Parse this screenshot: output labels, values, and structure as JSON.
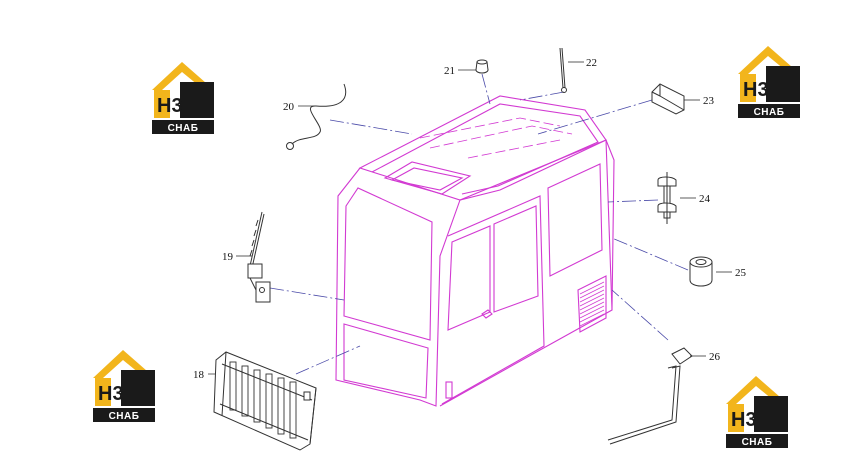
{
  "diagram": {
    "callouts": [
      "18",
      "19",
      "20",
      "21",
      "22",
      "23",
      "24",
      "25",
      "26"
    ]
  },
  "logo": {
    "letters": "H3",
    "caption": "СНАБ"
  },
  "colors": {
    "cab_outline": "#d23ad2",
    "leader_line": "#4a4aa8",
    "part_stroke": "#333333",
    "logo_yellow": "#f2b51c",
    "logo_dark": "#1a1a1a"
  }
}
